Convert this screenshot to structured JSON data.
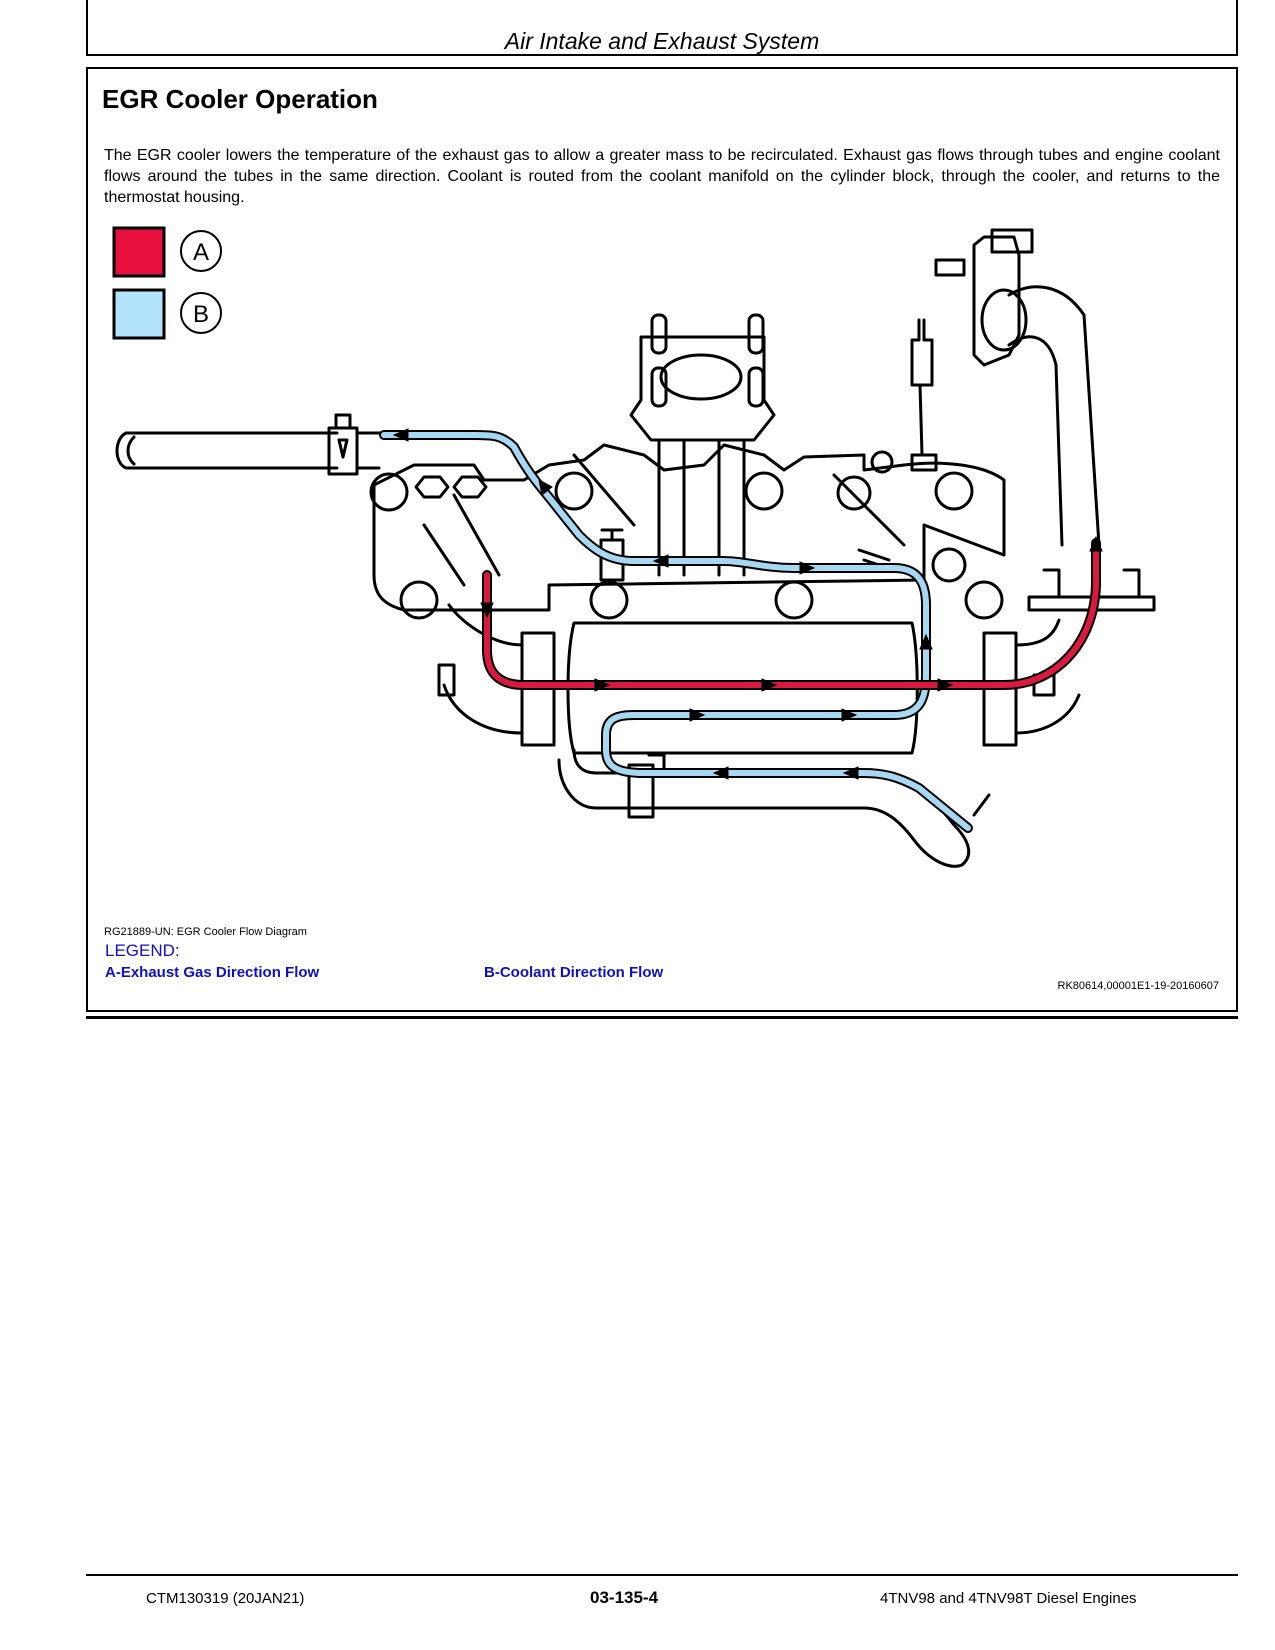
{
  "header": {
    "running_title": "Air Intake and Exhaust System"
  },
  "section": {
    "title": "EGR Cooler Operation",
    "body": "The EGR cooler lowers the temperature of the exhaust gas to allow a greater mass to be recirculated. Exhaust gas flows through tubes and engine coolant flows around the tubes in the same direction. Coolant is routed from the coolant manifold on the cylinder block, through the cooler, and returns to the thermostat housing."
  },
  "figure": {
    "key": [
      {
        "letter": "A",
        "swatch_color": "#e8103f"
      },
      {
        "letter": "B",
        "swatch_color": "#b3e3fa"
      }
    ],
    "exhaust_flow_color": "#d81a40",
    "coolant_flow_color": "#a7d8f2",
    "caption": "RG21889-UN: EGR Cooler Flow Diagram",
    "ref_code": "RK80614,00001E1-19-20160607"
  },
  "legend": {
    "heading": "LEGEND:",
    "items": [
      "A-Exhaust Gas Direction Flow",
      "B-Coolant Direction Flow"
    ]
  },
  "footer": {
    "left": "CTM130319 (20JAN21)",
    "center": "03-135-4",
    "right": "4TNV98 and 4TNV98T Diesel Engines"
  }
}
